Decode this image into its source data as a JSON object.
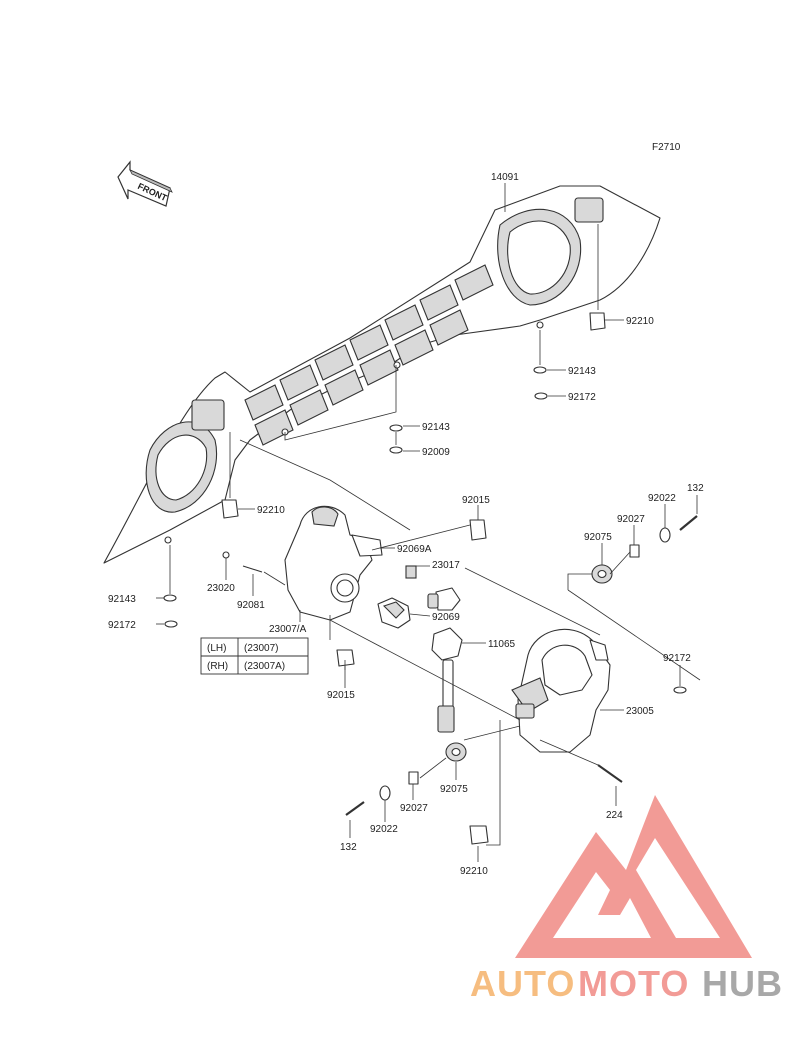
{
  "figure_code": "F2710",
  "front_arrow_label": "FRONT",
  "parts": [
    {
      "id": "p14091",
      "number": "14091"
    },
    {
      "id": "p92210a",
      "number": "92210"
    },
    {
      "id": "p92143a",
      "number": "92143"
    },
    {
      "id": "p92172a",
      "number": "92172"
    },
    {
      "id": "p92143b",
      "number": "92143"
    },
    {
      "id": "p92009",
      "number": "92009"
    },
    {
      "id": "p92210b",
      "number": "92210"
    },
    {
      "id": "p92015a",
      "number": "92015"
    },
    {
      "id": "p92069A",
      "number": "92069A"
    },
    {
      "id": "p23017",
      "number": "23017"
    },
    {
      "id": "p23020",
      "number": "23020"
    },
    {
      "id": "p92081",
      "number": "92081"
    },
    {
      "id": "p92069",
      "number": "92069"
    },
    {
      "id": "p23007A",
      "number": "23007/A"
    },
    {
      "id": "p11065",
      "number": "11065"
    },
    {
      "id": "p92015b",
      "number": "92015"
    },
    {
      "id": "p92143c",
      "number": "92143"
    },
    {
      "id": "p92172b",
      "number": "92172"
    },
    {
      "id": "p132a",
      "number": "132"
    },
    {
      "id": "p92022a",
      "number": "92022"
    },
    {
      "id": "p92027a",
      "number": "92027"
    },
    {
      "id": "p92075a",
      "number": "92075"
    },
    {
      "id": "p92172c",
      "number": "92172"
    },
    {
      "id": "p23005",
      "number": "23005"
    },
    {
      "id": "p92075b",
      "number": "92075"
    },
    {
      "id": "p92027b",
      "number": "92027"
    },
    {
      "id": "p92022b",
      "number": "92022"
    },
    {
      "id": "p132b",
      "number": "132"
    },
    {
      "id": "p224",
      "number": "224"
    },
    {
      "id": "p92210c",
      "number": "92210"
    }
  ],
  "variant_table": [
    {
      "side": "(LH)",
      "part": "(23007)"
    },
    {
      "side": "(RH)",
      "part": "(23007A)"
    }
  ],
  "watermark": {
    "part1": "AUTO",
    "part2": "MOTO",
    "part3": "HUB",
    "color_orange": "#f5b26b",
    "color_red": "#f08a84",
    "color_grey": "#9a9a9a"
  }
}
